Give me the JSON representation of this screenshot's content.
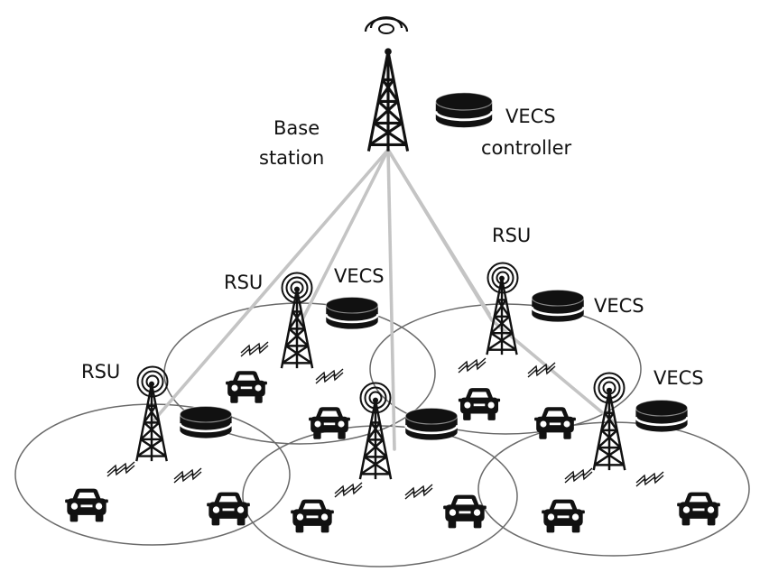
{
  "labels": {
    "base_station_line1": "Base",
    "base_station_line2": "station",
    "controller_line1": "VECS",
    "controller_line2": "controller",
    "rsu": "RSU",
    "vecs": "VECS"
  },
  "colors": {
    "link": "#c4c4c4",
    "stroke": "#111111",
    "cell": "#6a6a6a",
    "background": "#ffffff"
  },
  "icons": [
    "tower-icon",
    "database-icon",
    "car-icon",
    "wireless-signal-icon",
    "broadcast-wave-icon"
  ]
}
